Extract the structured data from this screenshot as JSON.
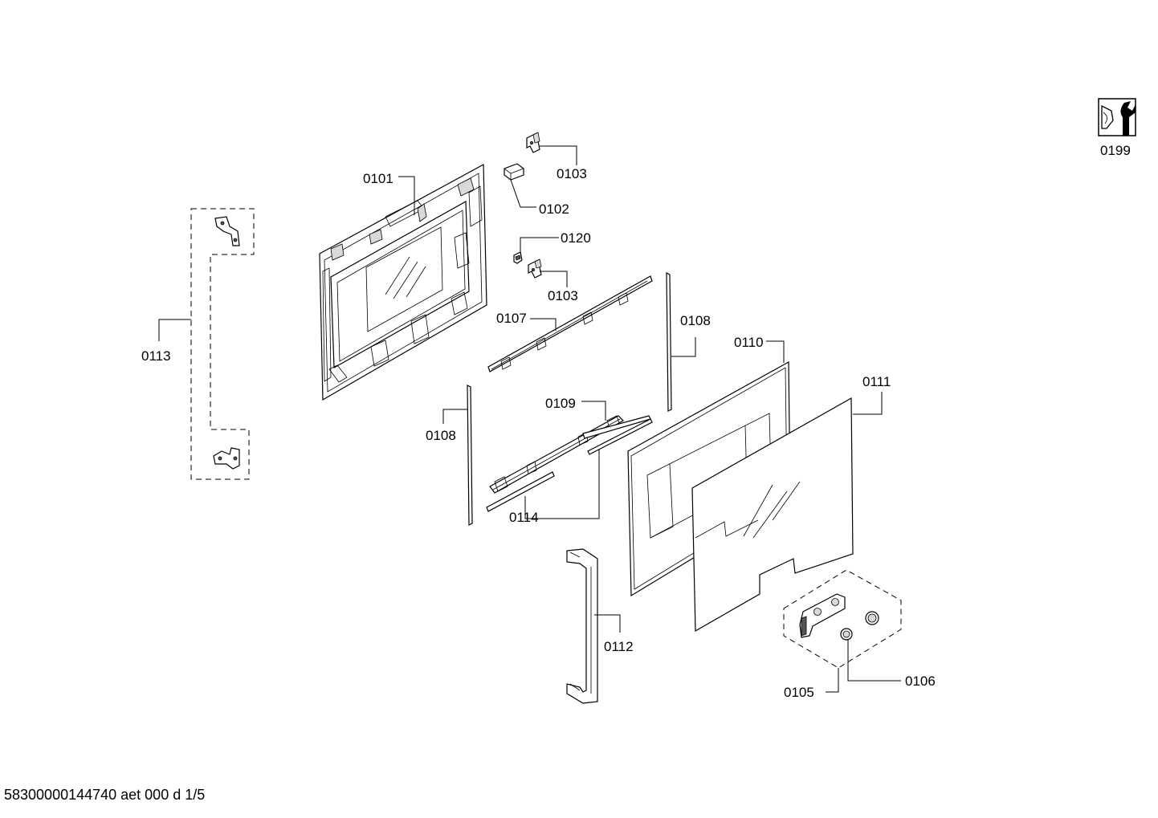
{
  "labels": {
    "p0101": "0101",
    "p0102": "0102",
    "p0103a": "0103",
    "p0103b": "0103",
    "p0105": "0105",
    "p0106": "0106",
    "p0107": "0107",
    "p0108a": "0108",
    "p0108b": "0108",
    "p0109": "0109",
    "p0110": "0110",
    "p0111": "0111",
    "p0112": "0112",
    "p0113": "0113",
    "p0114": "0114",
    "p0120": "0120",
    "p0199": "0199"
  },
  "footer": {
    "doc_code": "58300000144740 aet 000 d 1/5"
  },
  "icons": {
    "tools": "wrench-icon"
  }
}
